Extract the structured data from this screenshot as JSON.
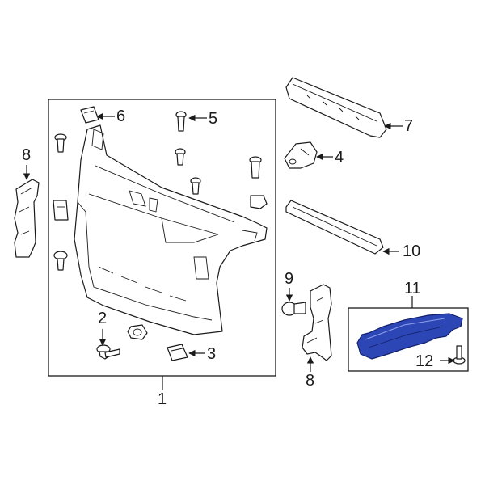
{
  "diagram": {
    "highlight_color": "#2d46b6",
    "line_color": "#1a1a1a",
    "callouts": {
      "c1": "1",
      "c2": "2",
      "c3": "3",
      "c4": "4",
      "c5": "5",
      "c6": "6",
      "c7": "7",
      "c8_left": "8",
      "c8_bottom": "8",
      "c9": "9",
      "c10": "10",
      "c11": "11",
      "c12": "12"
    }
  }
}
